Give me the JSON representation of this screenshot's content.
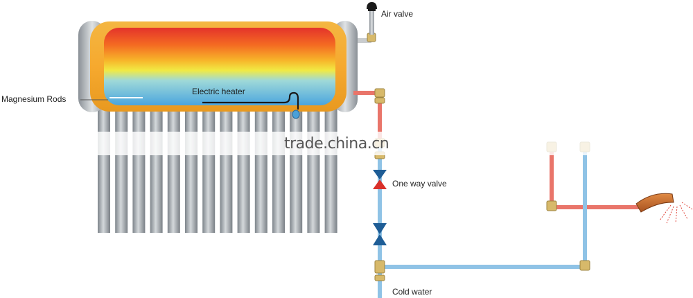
{
  "labels": {
    "air_valve": "Air valve",
    "magnesium_rods": "Magnesium Rods",
    "electric_heater": "Electric heater",
    "one_way_valve": "One way valve",
    "cold_water": "Cold water"
  },
  "watermark": "trade.china.cn",
  "colors": {
    "hot_pipe": "#e9756a",
    "cold_pipe": "#8fc3e6",
    "valve": "#1e5d96",
    "valve_red": "#d9302a",
    "brass": "#d7b96a",
    "tube": "#9ea4a9",
    "tank_shell": "#f6ad35",
    "faucet": "#c96a2a"
  },
  "tube_count": 14
}
